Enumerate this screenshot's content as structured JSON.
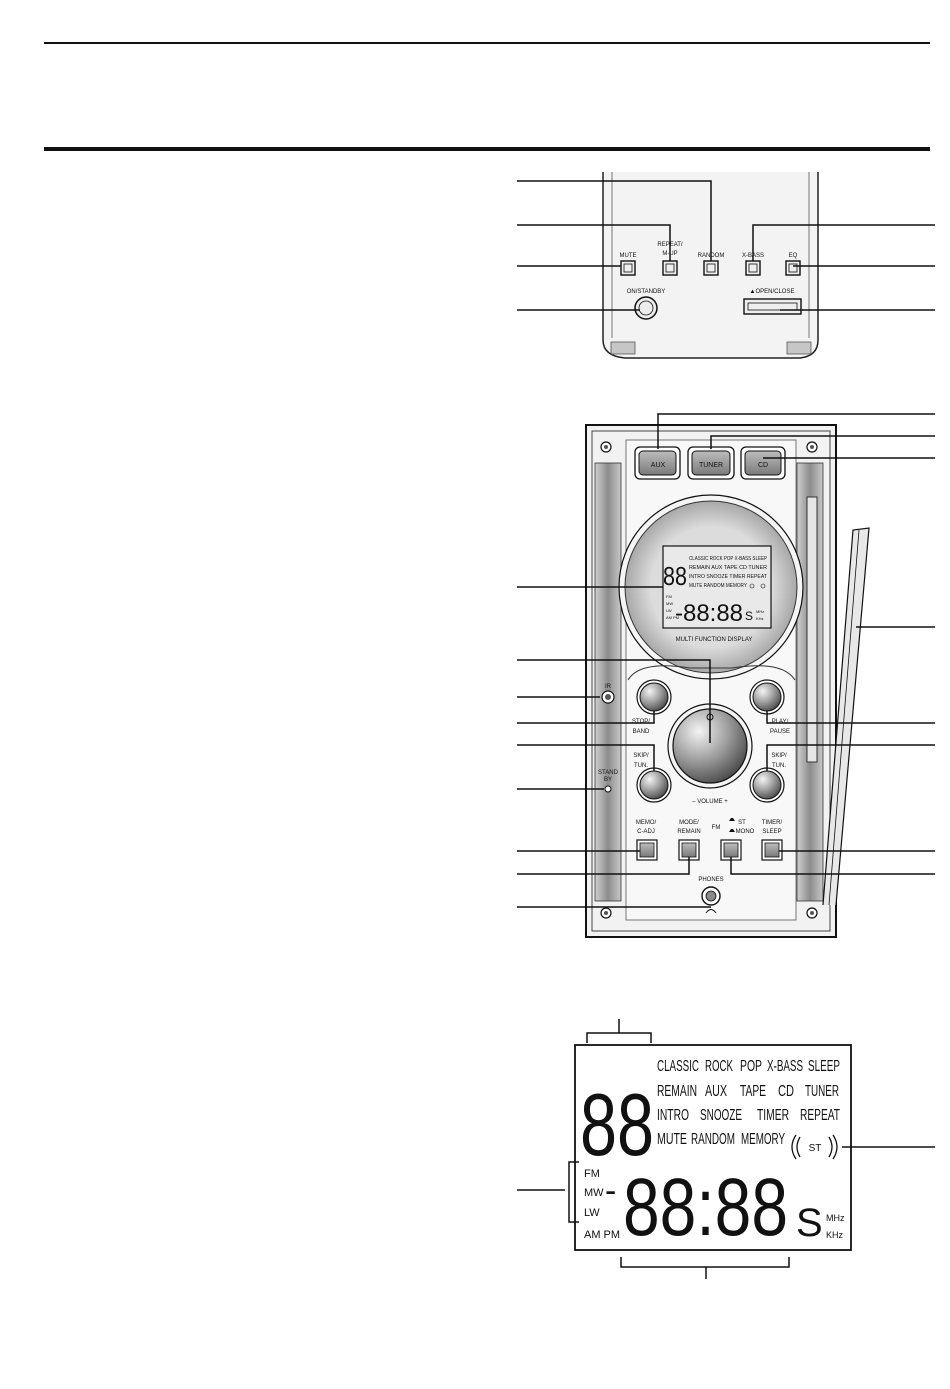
{
  "top_panel": {
    "buttons": {
      "mute": "MUTE",
      "repeat": "REPEAT/",
      "mup": "M-UP",
      "random": "RANDOM",
      "xbass": "X-BASS",
      "eq": "EQ",
      "standby": "ON/STANDBY",
      "open_close": "▲OPEN/CLOSE"
    }
  },
  "front_panel": {
    "source_buttons": [
      "AUX",
      "TUNER",
      "CD"
    ],
    "display_caption": "MULTI FUNCTION DISPLAY",
    "mini_lcd": {
      "digits": "88",
      "rows": [
        "CLASSIC ROCK POP X-BASS SLEEP",
        "REMAIN AUX TAPE CD TUNER",
        "INTRO SNOOZE TIMER REPEAT",
        "MUTE RANDOM MEMORY"
      ],
      "clock": "-88:88",
      "suffix": "S",
      "bands": [
        "FM",
        "MW",
        "LW",
        "AM PM"
      ],
      "units": [
        "MHz",
        "KHz"
      ]
    },
    "labels": {
      "ir": "IR",
      "stop": "STOP/",
      "band": "BAND",
      "play": "PLAY/",
      "pause": "PAUSE",
      "skip_left": "SKIP/",
      "tun_left": "TUN.",
      "skip_right": "SKIP/",
      "tun_right": "TUN.",
      "volume": "–  VOLUME  +",
      "stand": "STAND",
      "by": "BY",
      "memo": "MEMO/",
      "cadj": "C-ADJ",
      "mode": "MODE/",
      "remain": "REMAIN",
      "fm": "FM",
      "st": "ST",
      "mono": "MONO",
      "timer": "TIMER/",
      "sleep": "SLEEP",
      "phones": "PHONES"
    }
  },
  "lcd_detail": {
    "digits": "88",
    "rows": [
      [
        "CLASSIC",
        "ROCK",
        "POP",
        "X-BASS",
        "SLEEP"
      ],
      [
        "REMAIN",
        "AUX",
        "TAPE",
        "CD",
        "TUNER"
      ],
      [
        "INTRO",
        "SNOOZE",
        "TIMER",
        "REPEAT"
      ],
      [
        "MUTE",
        "RANDOM",
        "MEMORY"
      ]
    ],
    "stereo": "ST",
    "bands": [
      "FM",
      "MW",
      "LW"
    ],
    "ampm": "AM PM",
    "clock": "88:88",
    "dash": "-",
    "suffix": "S",
    "units": [
      "MHz",
      "KHz"
    ]
  }
}
